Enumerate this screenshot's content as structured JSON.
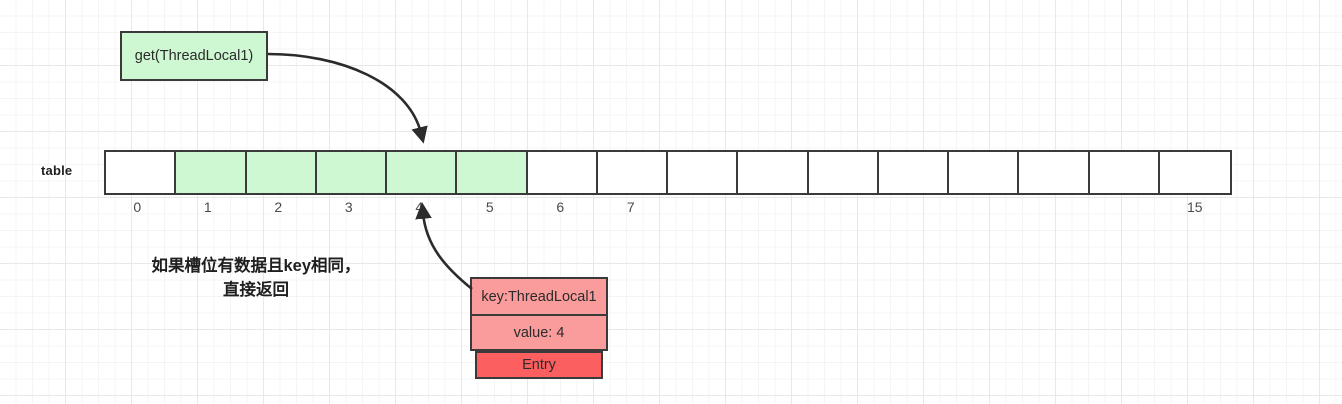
{
  "diagram": {
    "title_box": {
      "label": "get(ThreadLocal1)"
    },
    "table": {
      "label": "table",
      "cell_count": 16,
      "filled_indices": [
        1,
        2,
        3,
        4,
        5
      ],
      "fill_color": "#cdf8d1",
      "empty_color": "#ffffff",
      "border_color": "#3a3a3a",
      "index_labels": [
        {
          "text": "0",
          "cell": 0
        },
        {
          "text": "1",
          "cell": 1
        },
        {
          "text": "2",
          "cell": 2
        },
        {
          "text": "3",
          "cell": 3
        },
        {
          "text": "4",
          "cell": 4
        },
        {
          "text": "5",
          "cell": 5
        },
        {
          "text": "6",
          "cell": 6
        },
        {
          "text": "7",
          "cell": 7
        },
        {
          "text": "15",
          "cell": 15
        }
      ]
    },
    "note": {
      "line1": "如果槽位有数据且key相同，",
      "line2": "直接返回"
    },
    "entry": {
      "key_label": "key:ThreadLocal1",
      "value_label": "value: 4",
      "type_label": "Entry",
      "row_color": "#fb9c9c",
      "footer_color": "#fb5f5f"
    },
    "arrows": {
      "top_arrow_name": "get-call-to-slot4-arrow",
      "bottom_arrow_name": "entry-to-slot4-arrow",
      "color": "#2b2b2b"
    }
  }
}
